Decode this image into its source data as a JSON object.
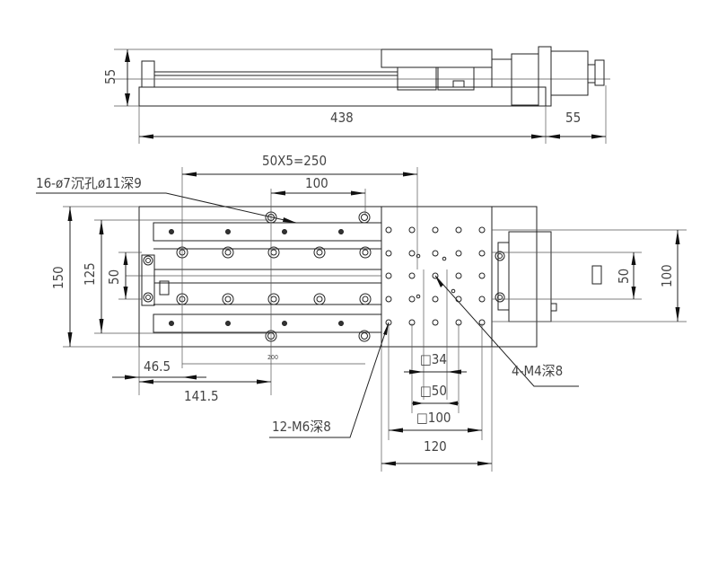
{
  "side_view": {
    "dim_height": "55",
    "dim_length": "438",
    "dim_motor": "55"
  },
  "top_view": {
    "dim_pitch": "50X5=250",
    "dim_hole_spacing": "100",
    "dim_width": "150",
    "dim_rail_span": "125",
    "dim_center": "50",
    "dim_left_offset": "46.5",
    "dim_offset_2": "141.5",
    "dim_small": "200",
    "dim_right_50": "50",
    "dim_right_100": "100",
    "dim_sq34": "□34",
    "dim_sq50": "□50",
    "dim_sq100": "□100",
    "dim_120": "120",
    "note_mount_holes": "16-ø7沉孔ø11深9",
    "note_m6": "12-M6深8",
    "note_m4": "4-M4深8"
  }
}
